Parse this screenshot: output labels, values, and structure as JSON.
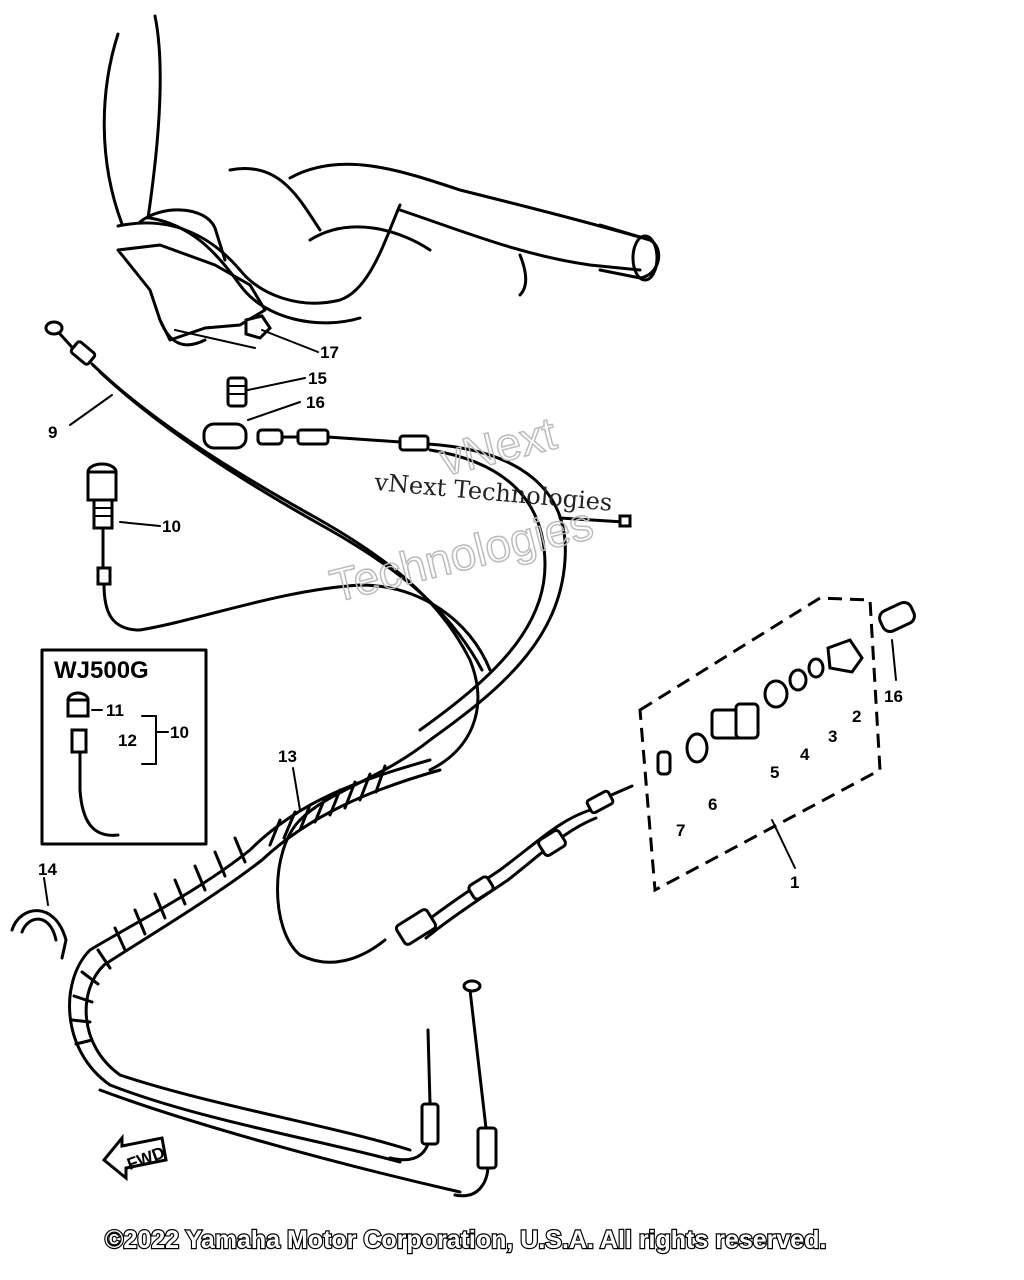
{
  "diagram": {
    "inset_title": "WJ500G",
    "callouts": [
      {
        "id": "c1",
        "label": "1"
      },
      {
        "id": "c2",
        "label": "2"
      },
      {
        "id": "c3",
        "label": "3"
      },
      {
        "id": "c4",
        "label": "4"
      },
      {
        "id": "c5",
        "label": "5"
      },
      {
        "id": "c6",
        "label": "6"
      },
      {
        "id": "c7",
        "label": "7"
      },
      {
        "id": "c9",
        "label": "9"
      },
      {
        "id": "c10",
        "label": "10"
      },
      {
        "id": "c10b",
        "label": "10"
      },
      {
        "id": "c11",
        "label": "11"
      },
      {
        "id": "c12",
        "label": "12"
      },
      {
        "id": "c13",
        "label": "13"
      },
      {
        "id": "c14",
        "label": "14"
      },
      {
        "id": "c15",
        "label": "15"
      },
      {
        "id": "c16",
        "label": "16"
      },
      {
        "id": "c16b",
        "label": "16"
      },
      {
        "id": "c17",
        "label": "17"
      }
    ],
    "fwd_label": "FWD"
  },
  "watermark": {
    "small_text": "vNext Technologies",
    "large_line1": "vNext",
    "large_line2": "Technologies"
  },
  "copyright": "©2022 Yamaha Motor Corporation, U.S.A. All rights reserved."
}
